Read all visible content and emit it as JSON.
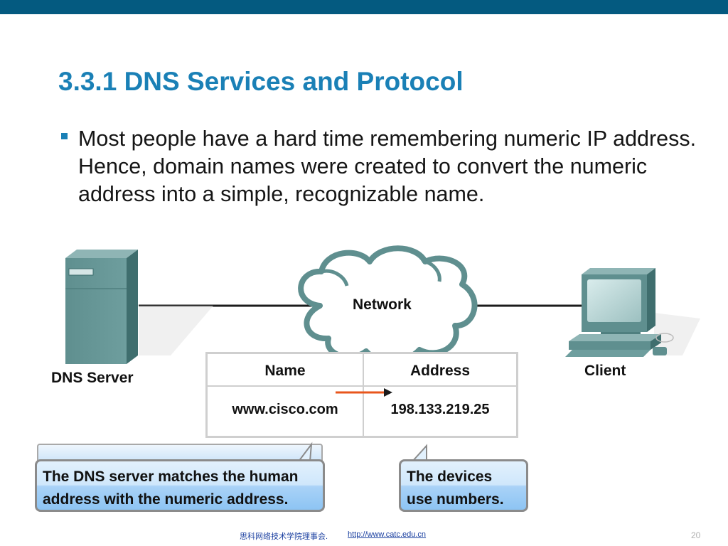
{
  "slide": {
    "title": "3.3.1 DNS Services and Protocol",
    "bullet": "Most people have a hard time remembering numeric IP address. Hence, domain names were created to convert the numeric address into a simple, recognizable name."
  },
  "diagram": {
    "network_label": "Network",
    "server_label": "DNS Server",
    "client_label": "Client",
    "table": {
      "headers": [
        "Name",
        "Address"
      ],
      "row": [
        "www.cisco.com",
        "198.133.219.25"
      ]
    },
    "callouts": {
      "server": [
        "The DNS server matches the human",
        "address with the numeric address."
      ],
      "client": [
        "The devices",
        "use numbers."
      ]
    }
  },
  "footer": {
    "text": "思科网络技术学院理事会.",
    "url": "http://www.catc.edu.cn",
    "page_number": "20"
  },
  "colors": {
    "top_bar": "#045a80",
    "title": "#1a80b6",
    "cloud": "#5f8f8f",
    "arrow": "#e8561c"
  }
}
